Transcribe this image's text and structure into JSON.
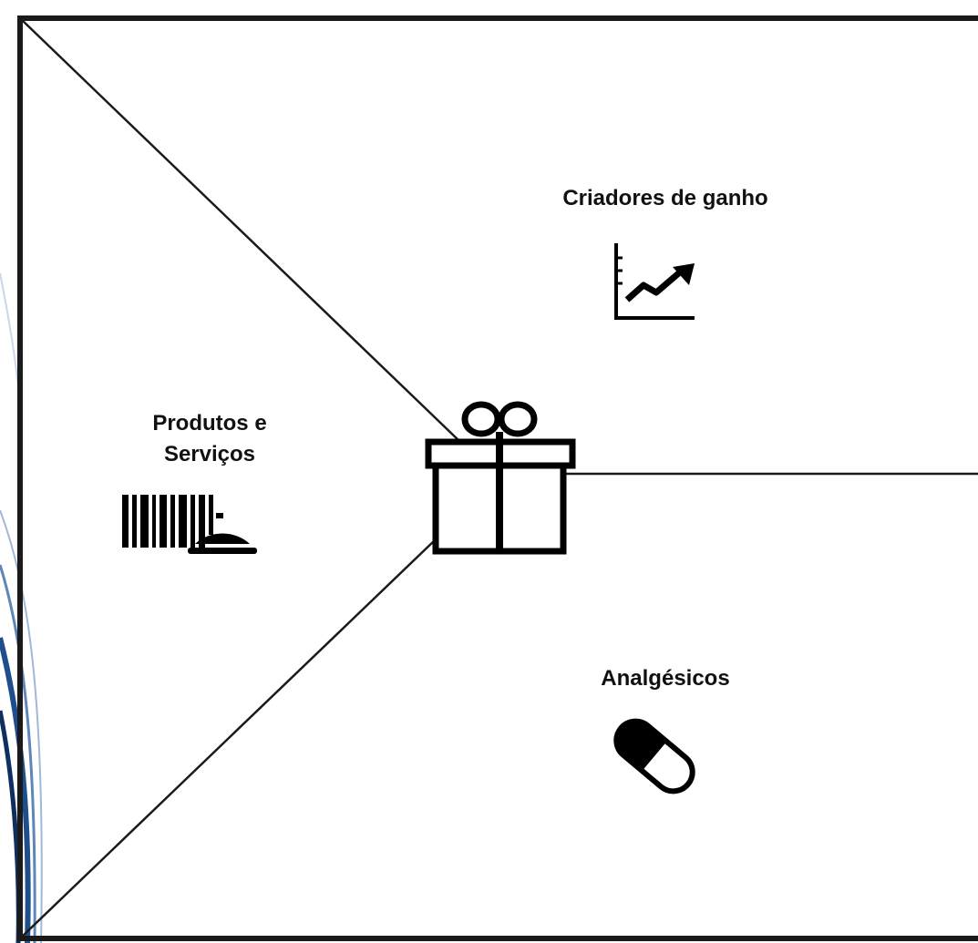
{
  "diagram": {
    "sections": {
      "gain_creators": {
        "label": "Criadores de ganho",
        "icon": "trending-chart-icon"
      },
      "products_services": {
        "label_line1": "Produtos e",
        "label_line2": "Serviços",
        "icon": "barcode-and-cloche-icon"
      },
      "pain_relievers": {
        "label": "Analgésicos",
        "icon": "pill-capsule-icon"
      }
    },
    "center_icon": "gift-box-icon",
    "colors": {
      "lines": "#1a1a1a",
      "frame": "#1a1a1a",
      "text": "#111111",
      "accent_blue": "#1f4e8c"
    }
  }
}
